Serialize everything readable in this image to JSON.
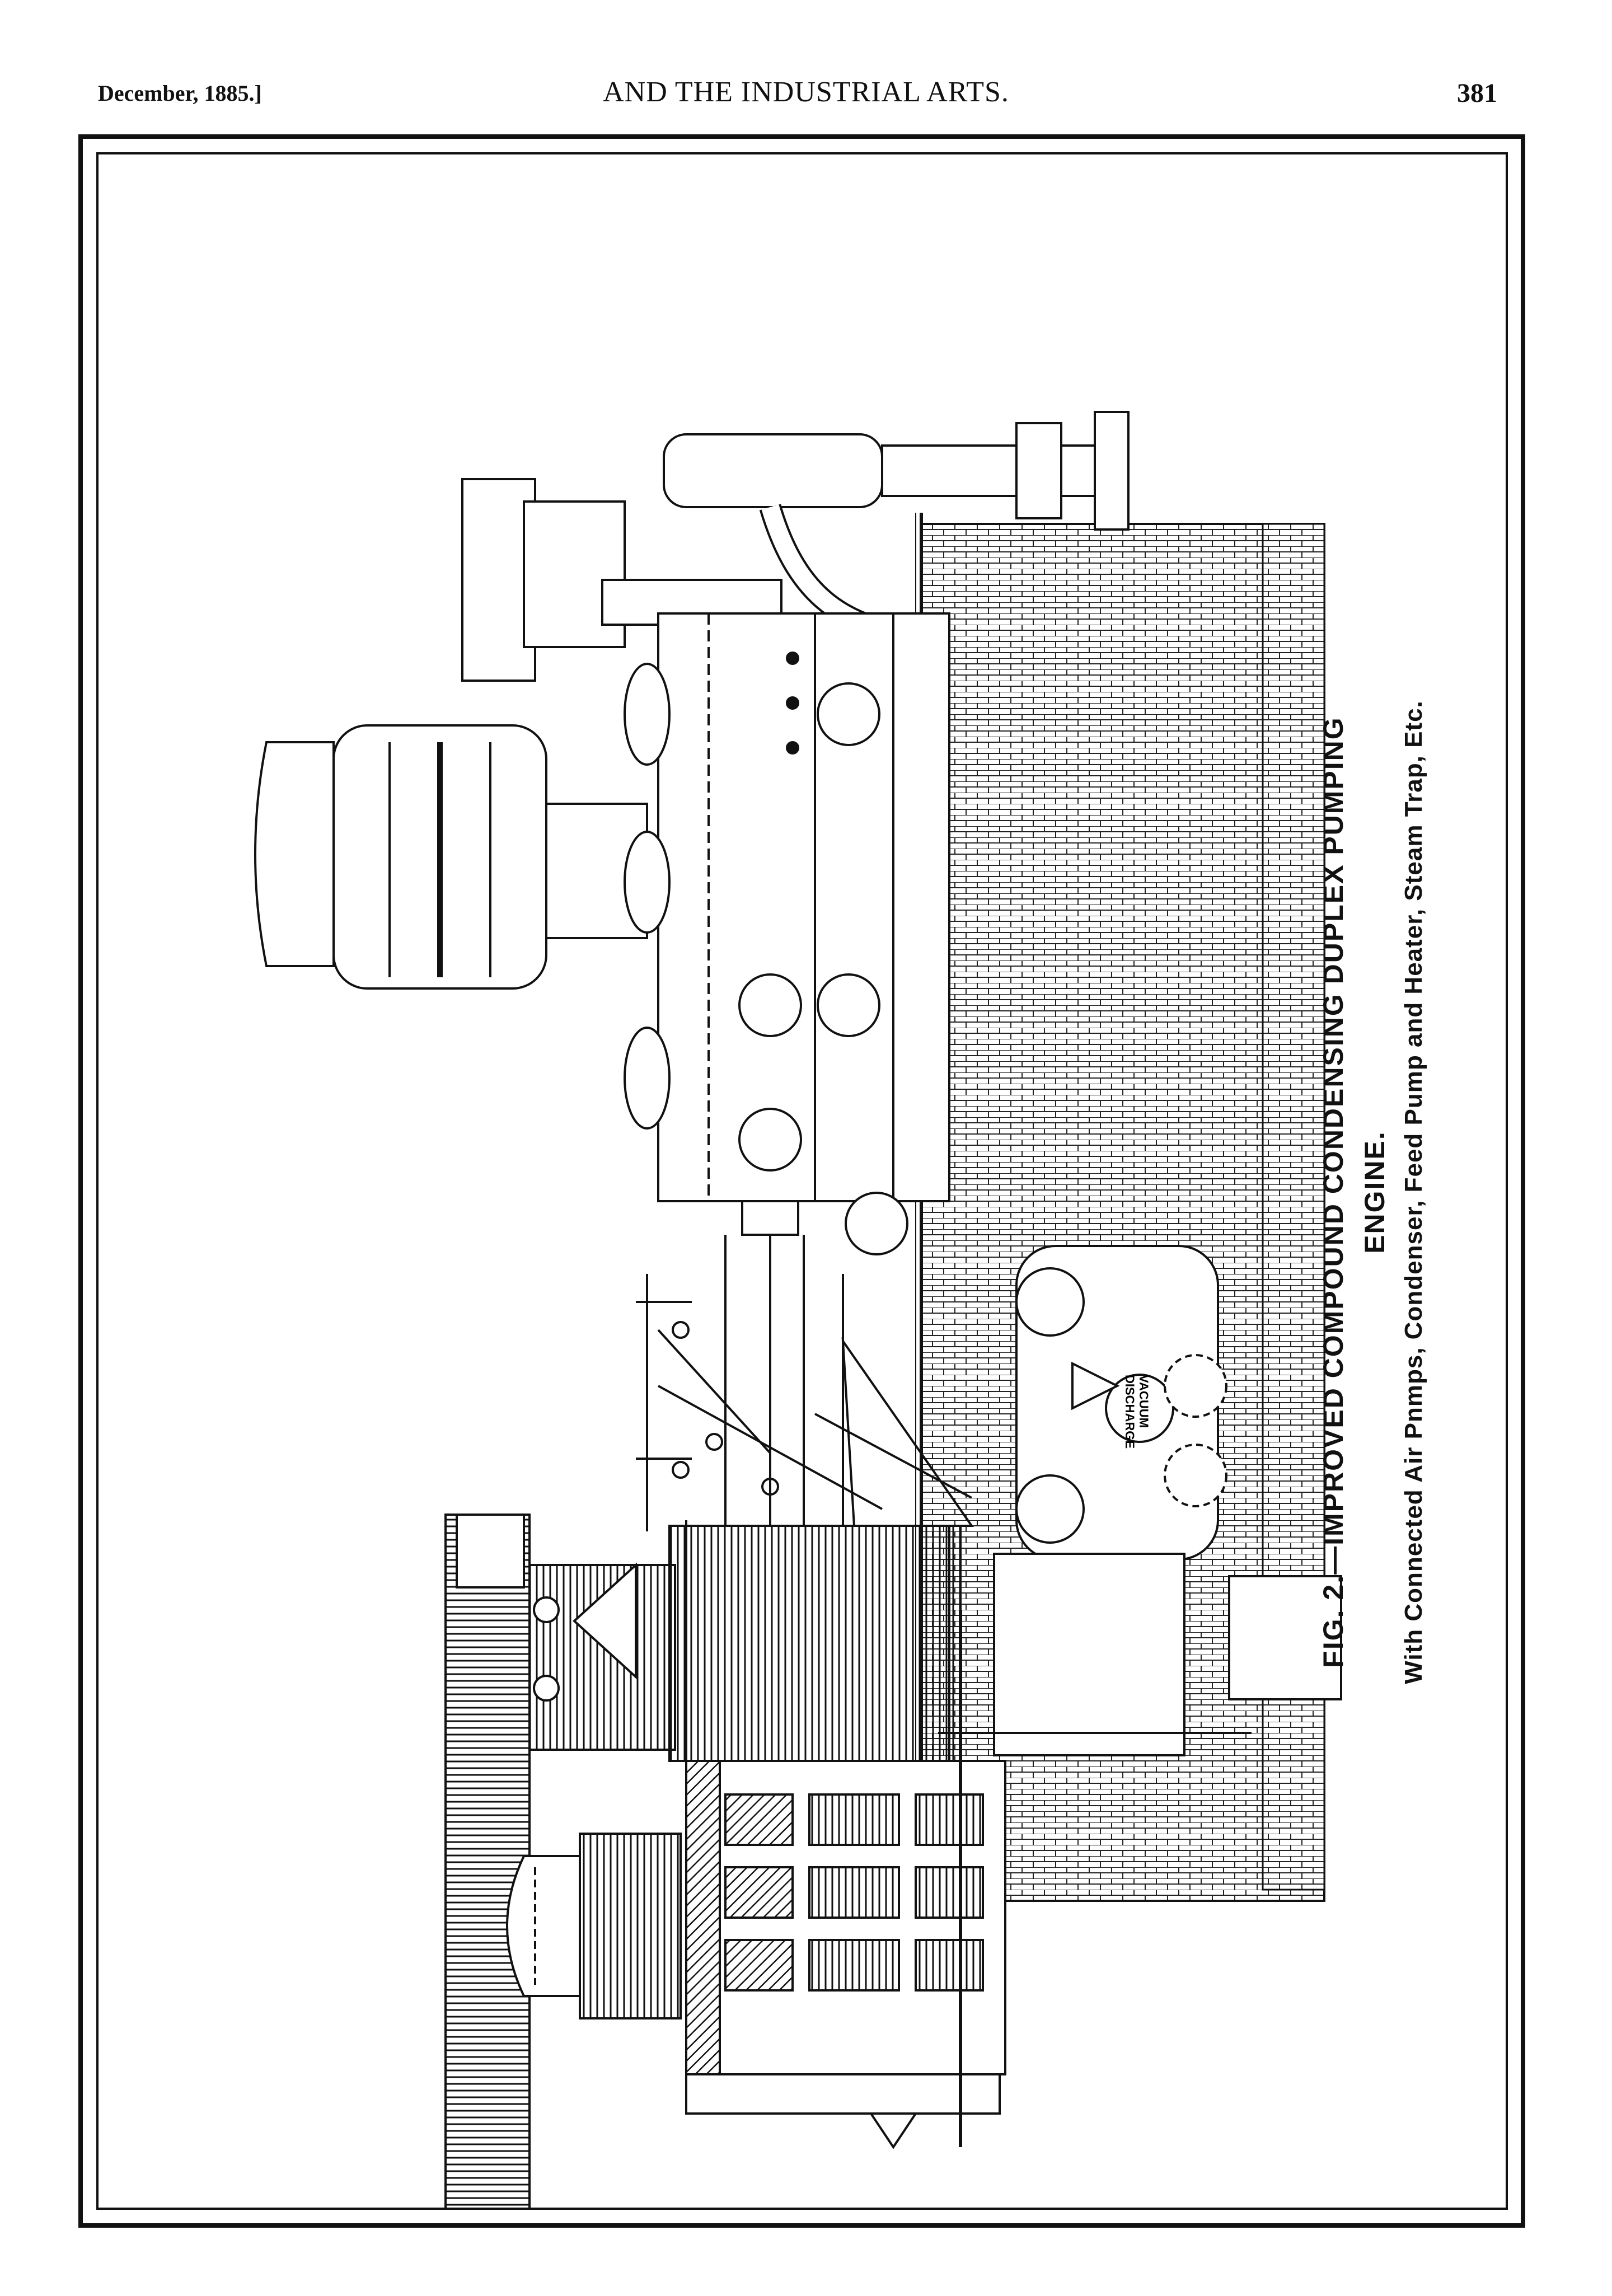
{
  "header": {
    "date": "December, 1885.]",
    "title": "AND THE INDUSTRIAL ARTS.",
    "page_number": "381"
  },
  "figure": {
    "caption_line1": "FIG. 2.—IMPROVED COMPOUND CONDENSING DUPLEX PUMPING ENGINE.",
    "caption_line2": "With Connected Air Pnmps, Condenser, Feed Pump and Heater, Steam Trap, Etc.",
    "label_vacuum": "VACUUM",
    "label_discharge": "DISCHARGE"
  }
}
